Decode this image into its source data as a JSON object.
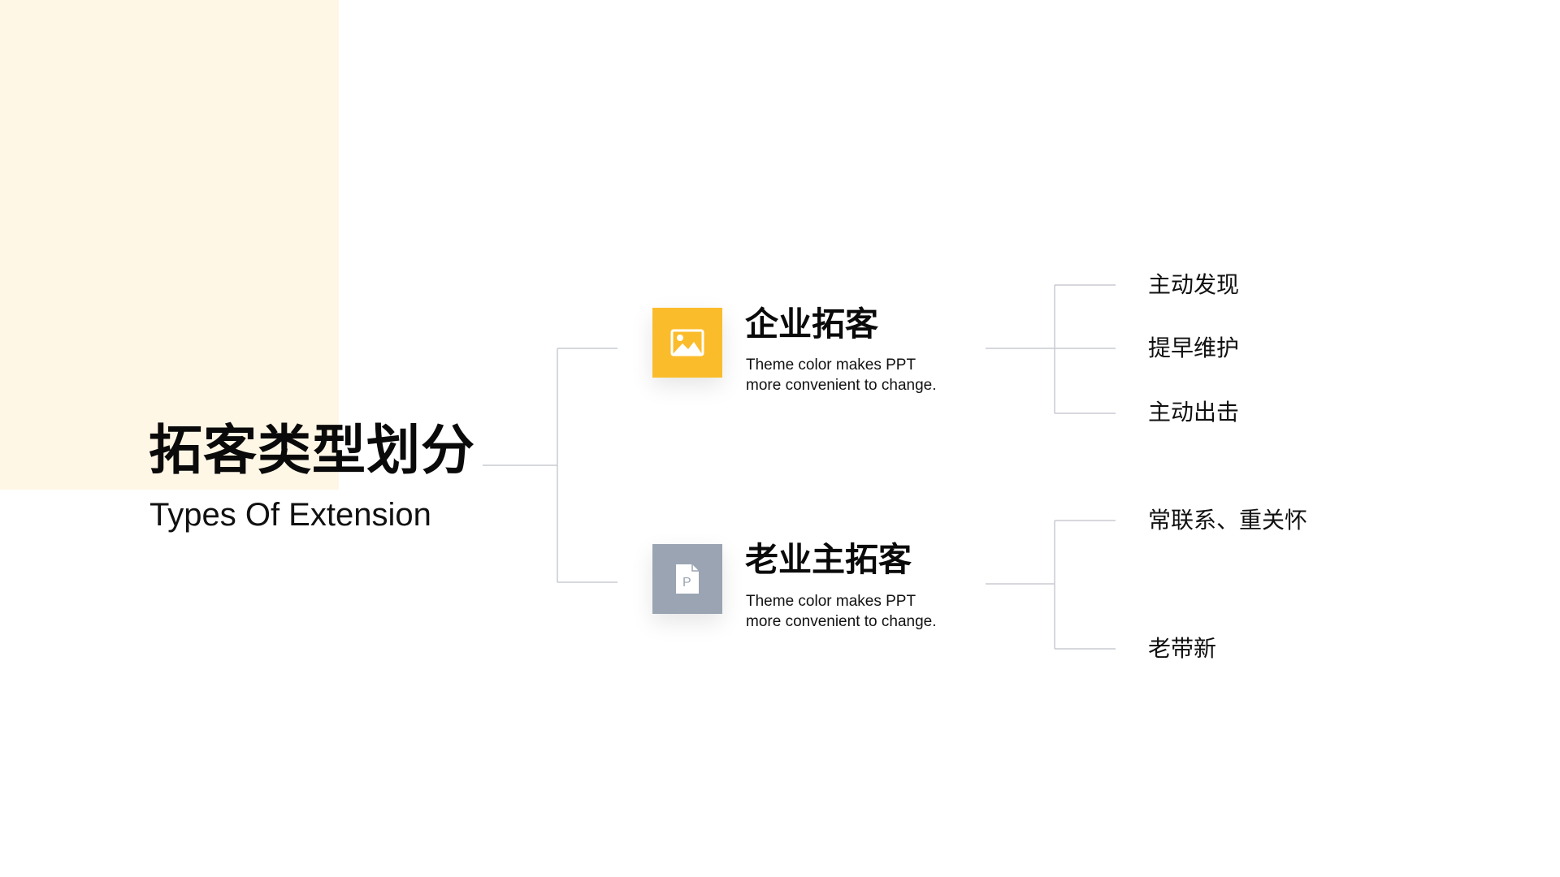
{
  "slide": {
    "title": "拓客类型划分",
    "subtitle": "Types Of Extension",
    "accent_color": "#fff7e6"
  },
  "branches": [
    {
      "title": "企业拓客",
      "description_line1": "Theme color makes PPT",
      "description_line2": "more convenient to change.",
      "icon": "image-icon",
      "icon_color": "#fbbc2c",
      "items": [
        "主动发现",
        "提早维护",
        "主动出击"
      ]
    },
    {
      "title": "老业主拓客",
      "description_line1": "Theme color makes PPT",
      "description_line2": "more convenient to change.",
      "icon": "document-p-icon",
      "icon_color": "#9aa4b2",
      "items": [
        "常联系、重关怀",
        "老带新"
      ]
    }
  ],
  "connector_color": "#c8ccd2"
}
